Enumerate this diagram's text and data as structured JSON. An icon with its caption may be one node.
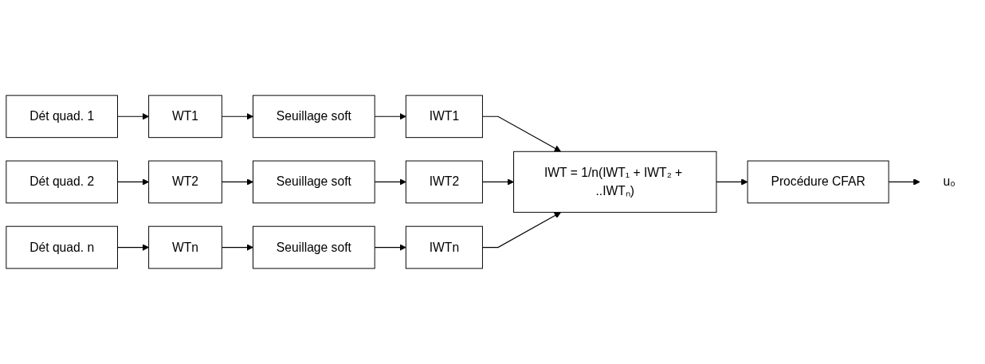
{
  "diagram": {
    "nodes": [
      {
        "text": [
          "Dét quad. 1"
        ]
      },
      {
        "text": [
          "WT1"
        ]
      },
      {
        "text": [
          "Seuillage soft"
        ]
      },
      {
        "text": [
          "IWT1"
        ]
      },
      {
        "text": [
          "Dét quad. 2"
        ]
      },
      {
        "text": [
          "WT2"
        ]
      },
      {
        "text": [
          "Seuillage soft"
        ]
      },
      {
        "text": [
          "IWT2"
        ]
      },
      {
        "text": [
          "Dét quad. n"
        ]
      },
      {
        "text": [
          "WTn"
        ]
      },
      {
        "text": [
          "Seuillage soft"
        ]
      },
      {
        "text": [
          "IWTn"
        ]
      },
      {
        "text": [
          "IWT = 1/n(IWT₁ + IWT₂ + ..IWTₙ)"
        ]
      },
      {
        "text": [
          "Procédure CFAR"
        ]
      },
      {
        "text": [
          "u₀"
        ]
      }
    ],
    "edges": [
      {
        "from": 0,
        "to": 1,
        "arrow": "to"
      },
      {
        "from": 1,
        "to": 2,
        "arrow": "to"
      },
      {
        "from": 2,
        "to": 3,
        "arrow": "to"
      },
      {
        "from": 3,
        "to": 12,
        "arrow": "to"
      },
      {
        "from": 4,
        "to": 5,
        "arrow": "to"
      },
      {
        "from": 5,
        "to": 6,
        "arrow": "to"
      },
      {
        "from": 6,
        "to": 7,
        "arrow": "to"
      },
      {
        "from": 7,
        "to": 12,
        "arrow": "to"
      },
      {
        "from": 8,
        "to": 9,
        "arrow": "to"
      },
      {
        "from": 9,
        "to": 10,
        "arrow": "to"
      },
      {
        "from": 10,
        "to": 11,
        "arrow": "to"
      },
      {
        "from": 11,
        "to": 12,
        "arrow": "to"
      },
      {
        "from": 12,
        "to": 13,
        "arrow": "to"
      },
      {
        "from": 13,
        "to": 14,
        "arrow": "to"
      }
    ]
  }
}
